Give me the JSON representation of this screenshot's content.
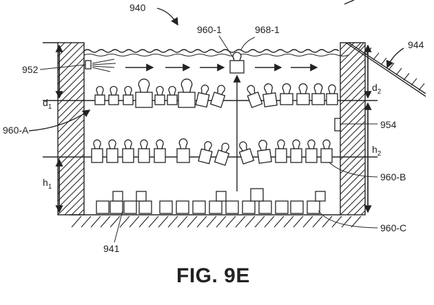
{
  "labels": {
    "fig_ref": "940",
    "slope_ref": "944",
    "nozzle_ref": "952",
    "container_ref": "960-1",
    "float_ref": "968-1",
    "layer_a_ref": "960-A",
    "sensor_ref": "954",
    "layer_b_ref": "960-B",
    "layer_c_ref": "960-C",
    "floor_ref": "941"
  },
  "dimensions": {
    "d1": "d",
    "d1_sub": "1",
    "d2": "d",
    "d2_sub": "2",
    "h1": "h",
    "h1_sub": "1",
    "h2": "h",
    "h2_sub": "2"
  },
  "caption": "FIG. 9E"
}
